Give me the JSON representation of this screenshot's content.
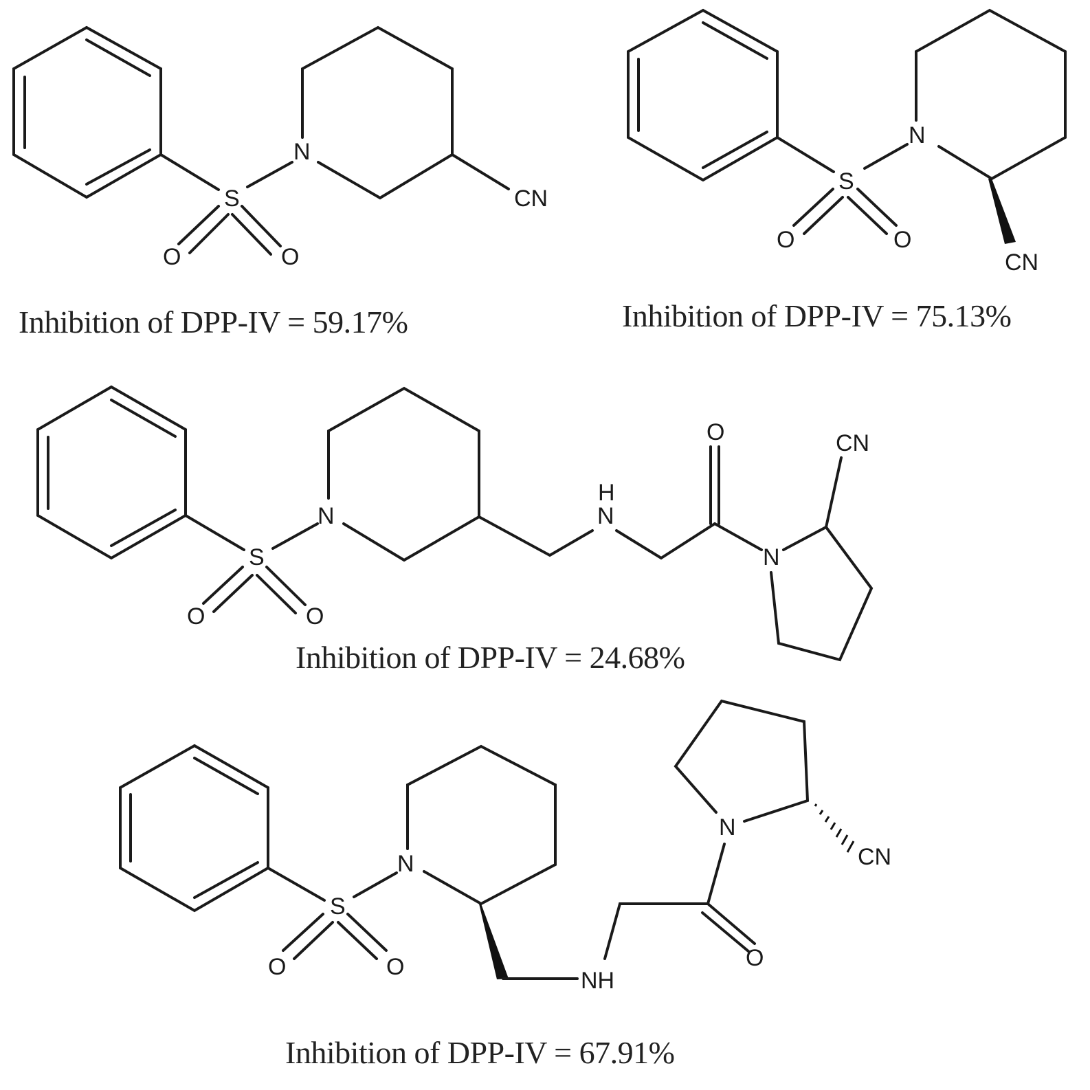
{
  "figure": {
    "compounds": [
      {
        "id": "compound-1",
        "description": "1-(phenylsulfonyl)piperidine-3-carbonitrile",
        "atom_labels": {
          "N": "N",
          "S": "S",
          "O1": "O",
          "O2": "O",
          "CN": "CN"
        },
        "caption": "Inhibition of DPP-IV = 59.17%",
        "inhibition_percent": 59.17
      },
      {
        "id": "compound-2",
        "description": "(S)-1-(phenylsulfonyl)piperidine-2-carbonitrile (wedge bond to CN)",
        "atom_labels": {
          "N": "N",
          "S": "S",
          "O1": "O",
          "O2": "O",
          "CN": "CN"
        },
        "caption": "Inhibition of DPP-IV = 75.13%",
        "inhibition_percent": 75.13
      },
      {
        "id": "compound-3",
        "description": "1-[2-({[1-(phenylsulfonyl)piperidin-3-yl]methyl}amino)acetyl]pyrrolidine-2-carbonitrile",
        "atom_labels": {
          "N_pip": "N",
          "S": "S",
          "O1": "O",
          "O2": "O",
          "H": "H",
          "N_amine": "N",
          "O_carbonyl": "O",
          "N_pyr": "N",
          "CN": "CN"
        },
        "caption": "Inhibition of DPP-IV = 24.68%",
        "inhibition_percent": 24.68
      },
      {
        "id": "compound-4",
        "description": "(S)-1-[2-({[(S)-1-(phenylsulfonyl)piperidin-2-yl]methyl}amino)acetyl]pyrrolidine-2-carbonitrile (wedge and hashed bonds)",
        "atom_labels": {
          "N_pip": "N",
          "S": "S",
          "O1": "O",
          "O2": "O",
          "NH": "NH",
          "O_carbonyl": "O",
          "N_pyr": "N",
          "CN": "CN"
        },
        "caption": "Inhibition of DPP-IV = 67.91%",
        "inhibition_percent": 67.91
      }
    ]
  }
}
